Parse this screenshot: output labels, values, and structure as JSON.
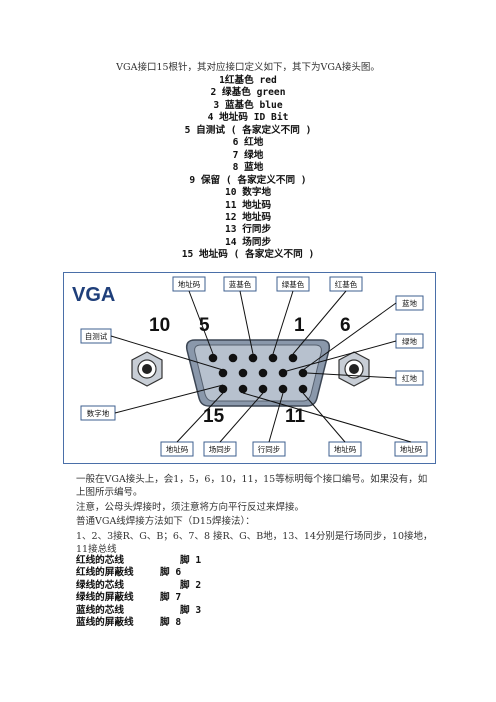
{
  "intro": "VGA接口15根针，其对应接口定义如下，其下为VGA接头图。",
  "pins": [
    "1红基色 red",
    "2 绿基色 green",
    "3 蓝基色 blue",
    "4 地址码 ID Bit",
    "5 自测试 ( 各家定义不同 )",
    "6 红地",
    "7 绿地",
    "8 蓝地",
    "9 保留 ( 各家定义不同 )",
    "10 数字地",
    "11 地址码",
    "12 地址码",
    "13 行同步",
    "14 场同步",
    "15 地址码 ( 各家定义不同 )"
  ],
  "figure": {
    "logo": "VGA",
    "top_labels": [
      "地址码",
      "蓝基色",
      "绿基色",
      "红基色"
    ],
    "left_labels": [
      "自测试",
      "数字地"
    ],
    "right_labels": [
      "蓝地",
      "绿地",
      "红地"
    ],
    "bottom_labels": [
      "地址码",
      "场同步",
      "行同步",
      "地址码",
      "地址码"
    ],
    "pin_numbers": [
      "10",
      "5",
      "1",
      "6",
      "15",
      "11"
    ],
    "colors": {
      "frame": "#4a6fa8",
      "label_border": "#3e5f8f",
      "shell": "#7f8fa3",
      "pin": "#111111"
    }
  },
  "para1": "一般在VGA接头上，会1，5，6，10，11，15等标明每个接口编号。如果没有，如上图所示编号。",
  "para2": "注意，公母头焊接时，须注意将方向平行反过来焊接。",
  "para3": "普通VGA线焊接方法如下（D15焊接法）：",
  "para4": "1、2、3接R、G、B；6、7、8 接R、G、B地，13、14分别是行场同步，10接地，11接总线",
  "wiring": [
    {
      "wire": "红线的芯线",
      "pin": "脚 1"
    },
    {
      "wire": "红线的屏蔽线",
      "pin": "脚 6"
    },
    {
      "wire": "绿线的芯线",
      "pin": "脚 2"
    },
    {
      "wire": "绿线的屏蔽线",
      "pin": "脚 7"
    },
    {
      "wire": "蓝线的芯线",
      "pin": "脚 3"
    },
    {
      "wire": "蓝线的屏蔽线",
      "pin": "脚 8"
    }
  ]
}
